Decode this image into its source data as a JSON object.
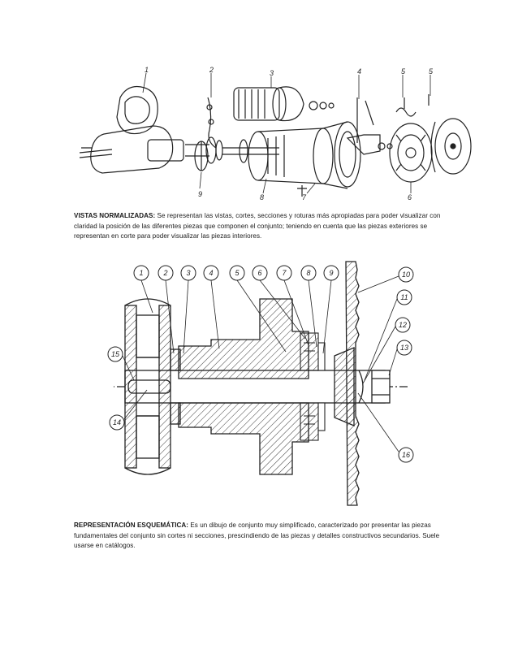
{
  "exploded_view": {
    "callouts": [
      "1",
      "2",
      "3",
      "4",
      "5",
      "5",
      "9",
      "8",
      "7",
      "6"
    ]
  },
  "paragraph1": {
    "heading": "VISTAS NORMALIZADAS:",
    "body": " Se representan las vistas, cortes, secciones y roturas más apropiadas para poder visualizar con claridad la posición de las diferentes piezas que componen el conjunto; teniendo en cuenta que las piezas exteriores se representan en corte para poder visualizar las piezas interiores."
  },
  "section_view": {
    "callouts": [
      "1",
      "2",
      "3",
      "4",
      "5",
      "6",
      "7",
      "8",
      "9",
      "10",
      "11",
      "12",
      "13",
      "14",
      "15",
      "16"
    ]
  },
  "paragraph2": {
    "heading": "REPRESENTACIÓN ESQUEMÁTICA:",
    "body": " Es un dibujo de conjunto muy simplificado, caracterizado por presentar las piezas fundamentales del conjunto sin cortes ni secciones, prescindiendo de las piezas y detalles constructivos secundarios. Suele usarse en catálogos."
  }
}
